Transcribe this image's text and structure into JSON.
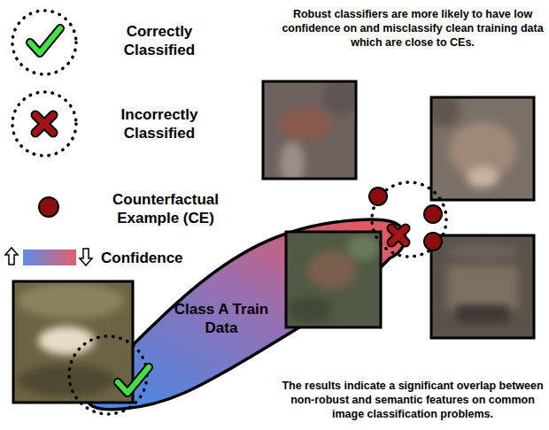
{
  "diagram": {
    "nodes": [
      {
        "text": [
          "Class A Train Data"
        ]
      }
    ],
    "labels": [
      "Robust classifiers are more likely to have low confidence on and misclassify clean training data which are close to CEs.",
      "The results indicate a significant overlap between non-robust and semantic features on common image classification problems."
    ],
    "legend": [
      {
        "text": "Correctly Classified"
      },
      {
        "text": "Incorrectly Classified"
      },
      {
        "text": "Counterfactual Example (CE)"
      },
      {
        "text": "Confidence"
      }
    ]
  }
}
